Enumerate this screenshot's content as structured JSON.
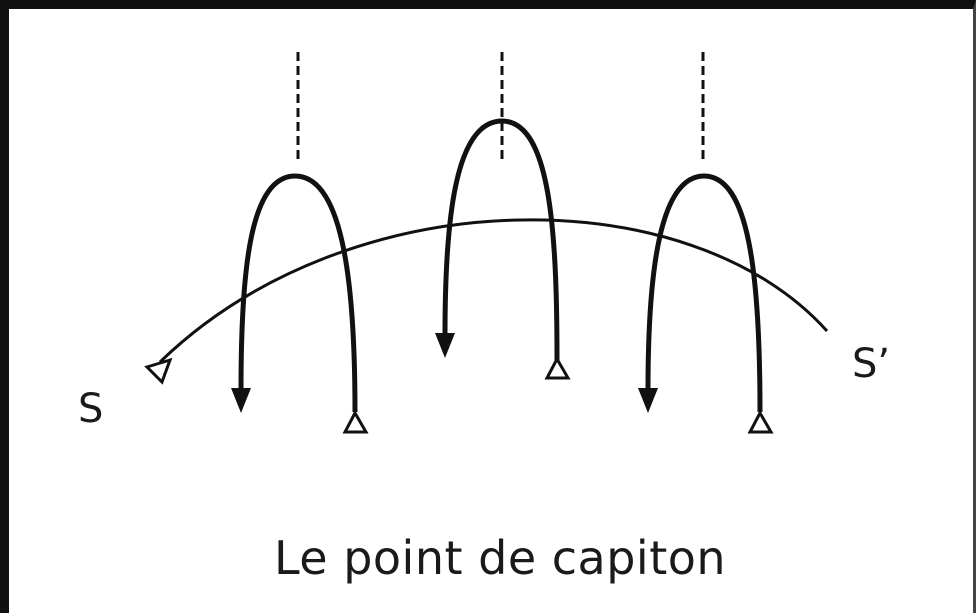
{
  "labels": {
    "start": "S",
    "end": "S’"
  },
  "caption": "Le point de capiton",
  "colors": {
    "ink": "#111111",
    "background": "#ffffff"
  },
  "loops": [
    {
      "id": 1,
      "dashed_line": true,
      "arrow_head": "filled-triangle-down",
      "start_marker": "open-triangle"
    },
    {
      "id": 2,
      "dashed_line": true,
      "arrow_head": "filled-triangle-down",
      "start_marker": "open-triangle"
    },
    {
      "id": 3,
      "dashed_line": true,
      "arrow_head": "filled-triangle-down",
      "start_marker": "open-triangle"
    }
  ]
}
